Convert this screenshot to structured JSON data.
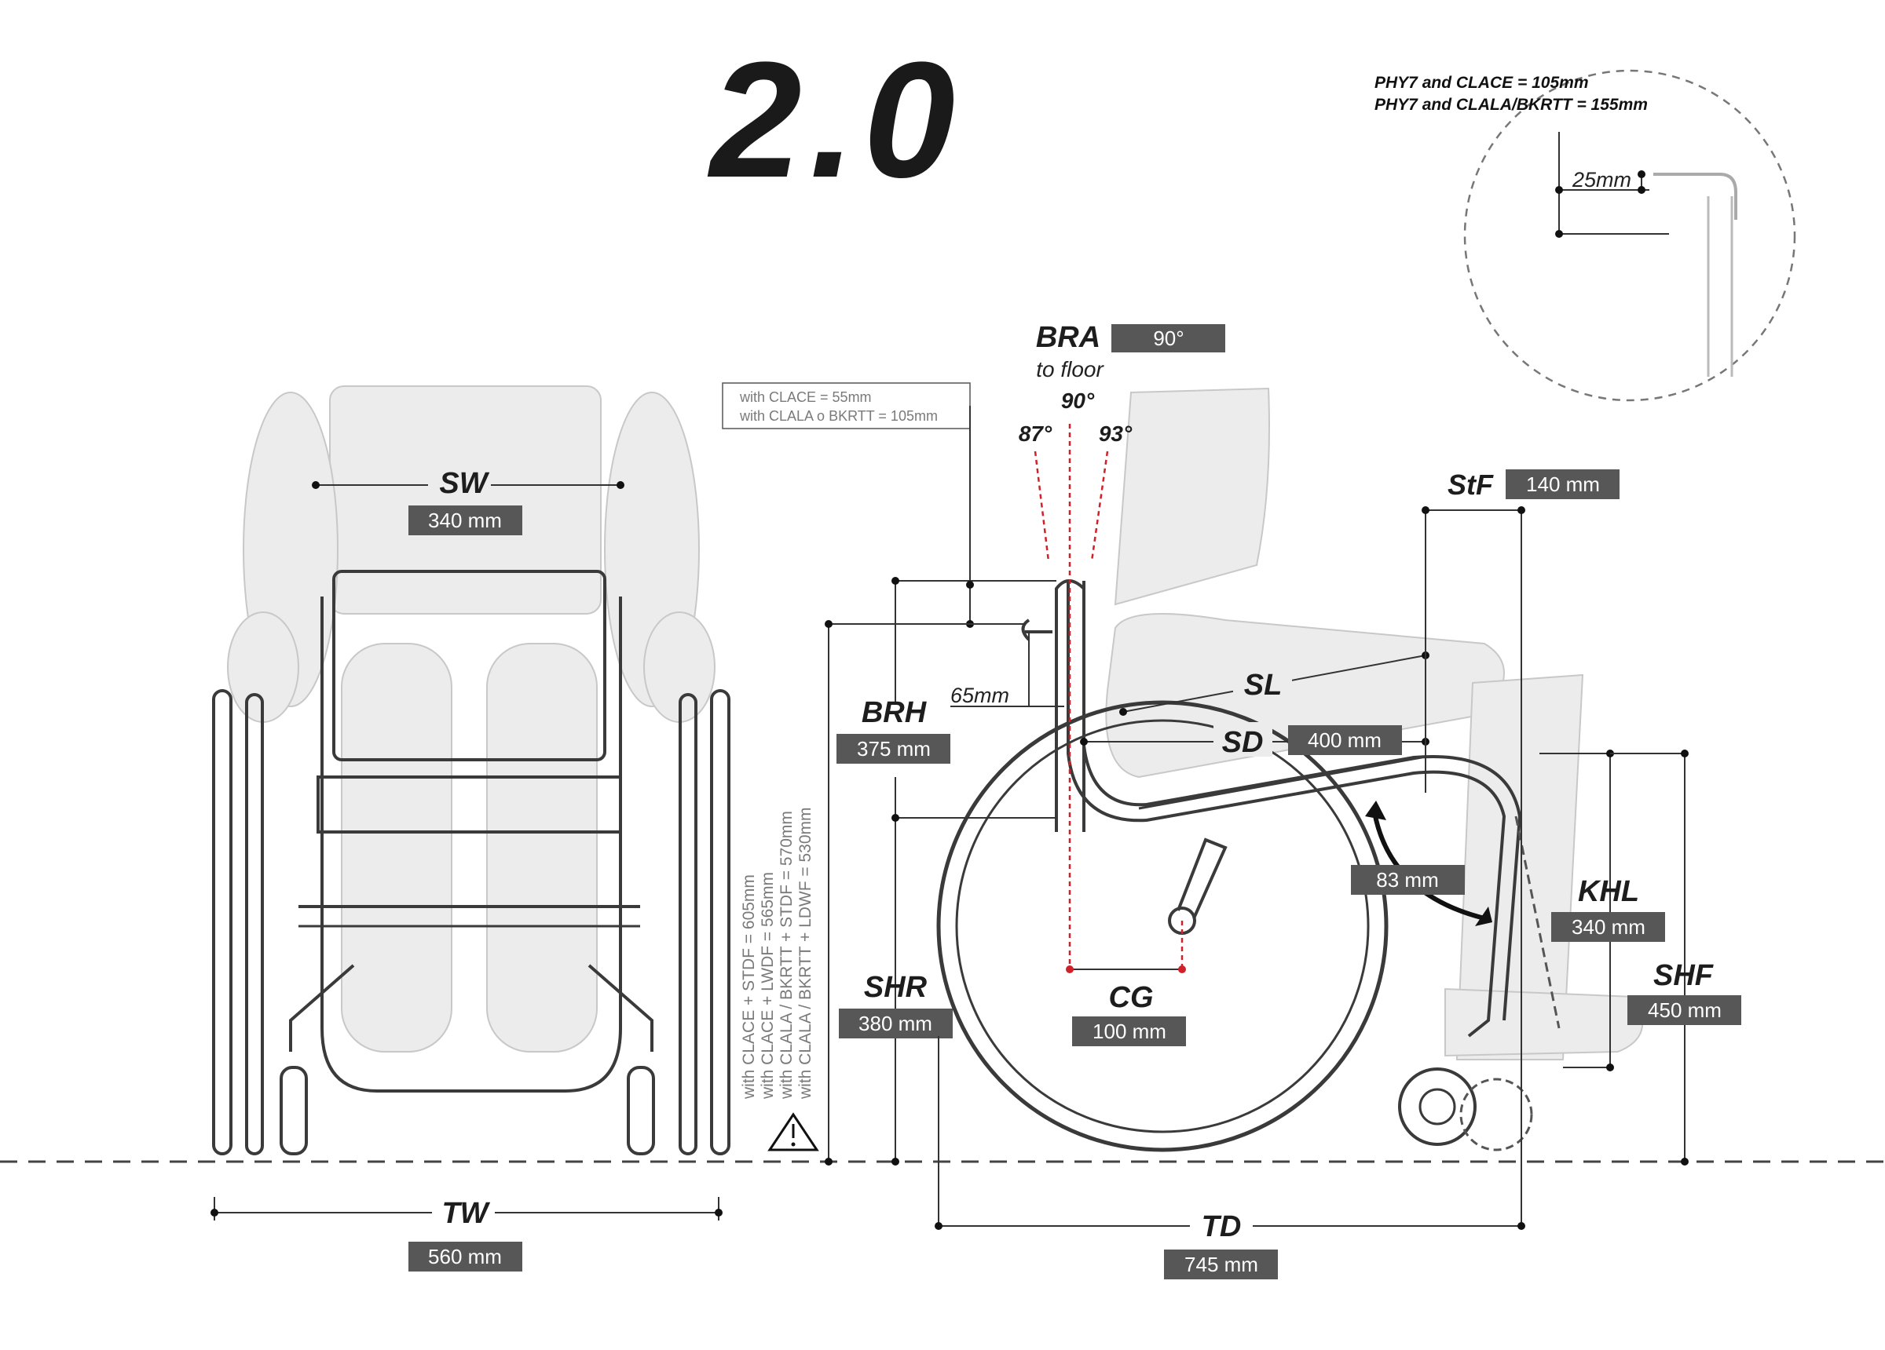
{
  "title": "2.0",
  "callout": {
    "line1": "PHY7 and CLACE = 105mm",
    "line2": "PHY7 and CLALA/BKRTT = 155mm",
    "offset": "25mm"
  },
  "note_box": {
    "line1": "with CLACE = 55mm",
    "line2": "with CLALA o BKRTT = 105mm"
  },
  "vertical_notes": [
    "with CLACE + STDF = 605mm",
    "with CLACE + LWDF = 565mm",
    "with CLALA / BKRTT + STDF = 570mm",
    "with CLALA / BKRTT + LDWF = 530mm"
  ],
  "warning_icon": "warning-triangle-icon",
  "bra": {
    "label": "BRA",
    "value": "90°",
    "sub": "to floor",
    "a90": "90°",
    "a87": "87°",
    "a93": "93°"
  },
  "dims": {
    "sw": {
      "label": "SW",
      "value": "340 mm"
    },
    "tw": {
      "label": "TW",
      "value": "560 mm"
    },
    "brh": {
      "label": "BRH",
      "value": "375 mm"
    },
    "shr": {
      "label": "SHR",
      "value": "380 mm"
    },
    "cg": {
      "label": "CG",
      "value": "100 mm"
    },
    "td": {
      "label": "TD",
      "value": "745 mm"
    },
    "sl": {
      "label": "SL"
    },
    "sd": {
      "label": "SD",
      "value": "400 mm"
    },
    "stf": {
      "label": "StF",
      "value": "140 mm"
    },
    "khl": {
      "label": "KHL",
      "value": "340 mm"
    },
    "shf": {
      "label": "SHF",
      "value": "450 mm"
    },
    "cam": {
      "value": "83 mm"
    },
    "arm": {
      "value": "65mm"
    }
  },
  "colors": {
    "badge": "#575757",
    "red_axis": "#d0202a",
    "frame": "#3a3a3a"
  }
}
